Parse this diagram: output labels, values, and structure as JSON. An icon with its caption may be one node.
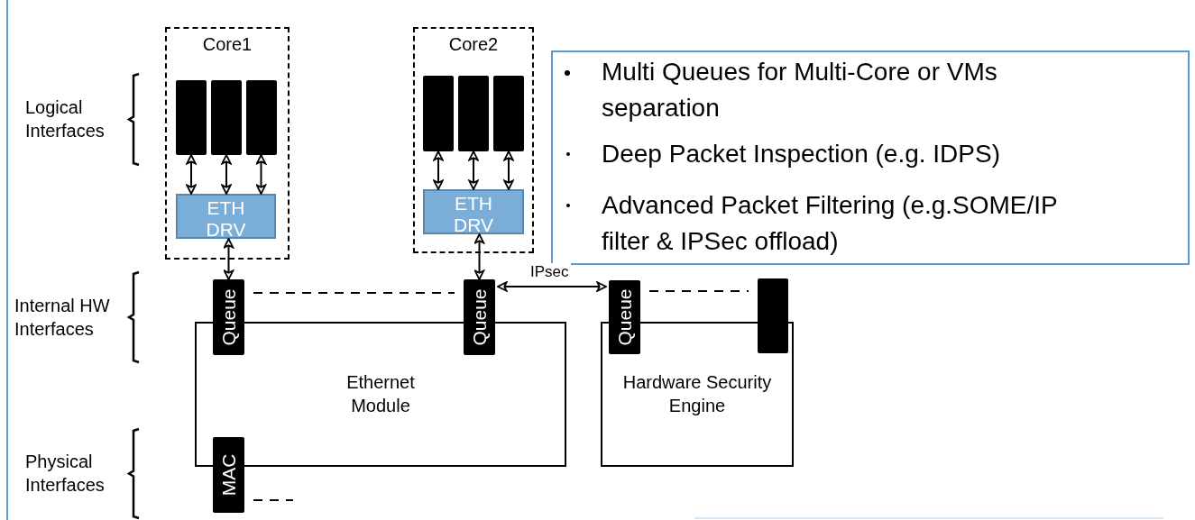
{
  "diagram": {
    "nodes": [
      {
        "text": [
          "Core1"
        ]
      },
      {
        "text": [],
        "shape": "bar",
        "in": 0
      },
      {
        "text": [],
        "shape": "bar",
        "in": 0
      },
      {
        "text": [],
        "shape": "bar",
        "in": 0
      },
      {
        "text": [
          "ETH DRV"
        ],
        "in": 0
      },
      {
        "text": [
          "Core2"
        ]
      },
      {
        "text": [],
        "shape": "bar",
        "in": 5
      },
      {
        "text": [],
        "shape": "bar",
        "in": 5
      },
      {
        "text": [],
        "shape": "bar",
        "in": 5
      },
      {
        "text": [
          "ETH DRV"
        ],
        "in": 5
      },
      {
        "text": [
          "Ethernet Module"
        ]
      },
      {
        "text": [
          "Queue"
        ]
      },
      {
        "text": [
          "Queue"
        ]
      },
      {
        "text": [
          "MAC"
        ]
      },
      {
        "text": [
          "Hardware Security Engine"
        ]
      },
      {
        "text": [
          "Queue"
        ]
      },
      {
        "text": [],
        "shape": "bar"
      },
      {
        "text": [
          "Multi Queues for Multi-Core or VMs separation",
          "Deep Packet Inspection (e.g. IDPS)",
          "Advanced Packet Filtering (e.g.SOME/IP filter & IPSec offload)"
        ]
      }
    ],
    "edges": [
      {
        "from": 1,
        "to": 4,
        "arrow": "both"
      },
      {
        "from": 2,
        "to": 4,
        "arrow": "both"
      },
      {
        "from": 3,
        "to": 4,
        "arrow": "both"
      },
      {
        "from": 6,
        "to": 9,
        "arrow": "both"
      },
      {
        "from": 7,
        "to": 9,
        "arrow": "both"
      },
      {
        "from": 8,
        "to": 9,
        "arrow": "both"
      },
      {
        "from": 4,
        "to": 11,
        "arrow": "both"
      },
      {
        "from": 9,
        "to": 12,
        "arrow": "both"
      },
      {
        "from": 12,
        "to": 15,
        "arrow": "both",
        "label": "IPsec"
      },
      {
        "from": 11,
        "to": 12,
        "arrow": "none",
        "style": "dashed"
      },
      {
        "from": 15,
        "to": 16,
        "arrow": "none",
        "style": "dashed"
      },
      {
        "from": 13,
        "to": null,
        "arrow": "none",
        "style": "dashed"
      }
    ],
    "labels": [
      "Logical Interfaces",
      "Internal HW Interfaces",
      "Physical Interfaces"
    ]
  }
}
